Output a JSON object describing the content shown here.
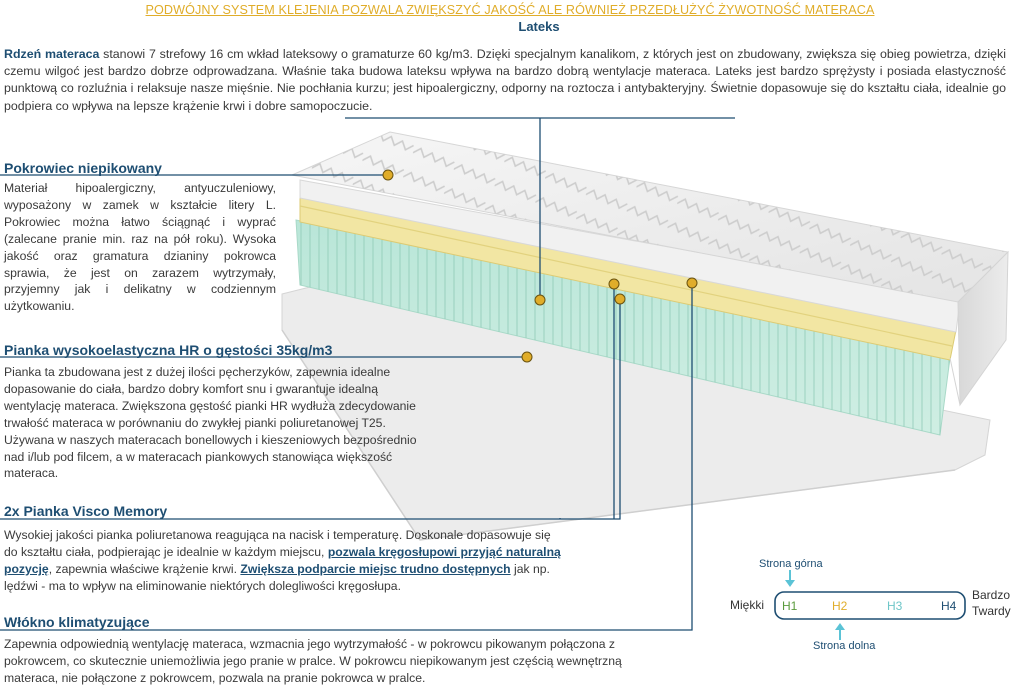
{
  "banner": "PODWÓJNY SYSTEM KLEJENIA POZWALA ZWIĘKSZYĆ JAKOŚĆ ALE RÓWNIEŻ PRZEDŁUŻYĆ ŻYWOTNOŚĆ MATERACA",
  "lateks": {
    "title": "Lateks",
    "lead": "Rdzeń materaca",
    "text": " stanowi 7 strefowy 16 cm wkład lateksowy o gramaturze 60 kg/m3. Dzięki specjalnym kanalikom, z których jest on zbudowany, zwiększa się obieg powietrza, dzięki czemu wilgoć jest bardzo dobrze odprowadzana. Właśnie taka budowa lateksu wpływa na bardzo dobrą wentylacje materaca. Lateks jest bardzo sprężysty i posiada elastyczność punktową co rozluźnia i relaksuje nasze mięśnie. Nie pochłania kurzu; jest hipoalergiczny, odporny na roztocza i antybakteryjny. Świetnie dopasowuje się do kształtu ciała, idealnie go podpiera co wpływa na lepsze krążenie krwi i dobre samopoczucie."
  },
  "pokrowiec": {
    "title": "Pokrowiec  niepikowany",
    "text": "Materiał hipoalergiczny, antyuczuleniowy, wyposażony w zamek w kształcie litery L. Pokrowiec można łatwo ściągnąć i wyprać (zalecane pranie min.  raz na pół roku). Wysoka jakość oraz gramatura dzianiny pokrowca sprawia, że jest on zarazem wytrzymały, przyjemny jak i delikatny w codziennym użytkowaniu."
  },
  "pianka": {
    "title": "Pianka wysokoelastyczna HR o gęstości 35kg/m3",
    "lines": [
      "Pianka ta zbudowana jest z dużej ilości pęcherzyków, zapewnia idealne",
      "dopasowanie do ciała, bardzo dobry komfort snu i gwarantuje idealną",
      "wentylację materaca. Zwiększona gęstość pianki HR wydłuża zdecydowanie",
      "trwałość materaca w porównaniu do zwykłej pianki poliuretanowej T25.",
      "Używana w naszych materacach bonellowych i kieszeniowych bezpośrednio",
      "nad i/lub pod filcem, a w materacach piankowych stanowiąca większość",
      "materaca."
    ]
  },
  "visco": {
    "title": "2x Pianka Visco Memory",
    "t1": "Wysokiej jakości pianka poliuretanowa reagująca na nacisk i temperaturę. Doskonale dopasowuje się",
    "t2": "do kształtu ciała, podpierając je idealnie w każdym miejscu, ",
    "h1": "pozwala kręgosłupowi przyjąć naturalną",
    "h1b": "pozycję",
    "t3": ", zapewnia właściwe krążenie krwi. ",
    "h2": "Zwiększa podparcie miejsc trudno dostępnych",
    "t4": " jak np.",
    "t5": "lędźwi - ma to wpływ na eliminowanie niektórych dolegliwości kręgosłupa."
  },
  "wlokno": {
    "title": "Włókno klimatyzujące",
    "lines": [
      "Zapewnia odpowiednią wentylację materaca, wzmacnia jego wytrzymałość - w pokrowcu pikowanym połączona z",
      "pokrowcem, co skutecznie uniemożliwia jego pranie w pralce. W pokrowcu niepikowanym jest częścią wewnętrzną",
      "materaca, nie połączone z pokrowcem, pozwala na pranie pokrowca w pralce."
    ]
  },
  "scale": {
    "top": "Strona górna",
    "bottom": "Strona dolna",
    "left": "Miękki",
    "right1": "Bardzo",
    "right2": "Twardy",
    "levels": [
      "H1",
      "H2",
      "H3",
      "H4"
    ],
    "colors": [
      "#5a9a3c",
      "#e0ad2a",
      "#6ec6c8",
      "#1e4e72"
    ]
  }
}
